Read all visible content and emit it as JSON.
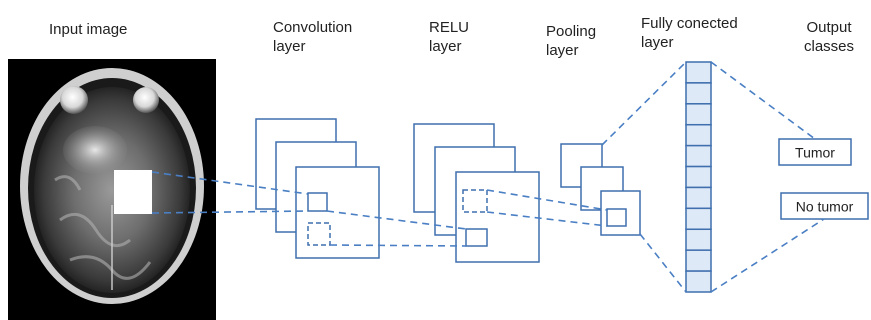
{
  "labels": {
    "input_image": "Input image",
    "convolution_line1": "Convolution",
    "convolution_line2": "layer",
    "relu_line1": "RELU",
    "relu_line2": "layer",
    "pooling_line1": "Pooling",
    "pooling_line2": "layer",
    "fully_line1": "Fully conected",
    "fully_line2": "layer",
    "output_line1": "Output",
    "output_line2": "classes"
  },
  "output_classes": [
    "Tumor",
    "No tumor"
  ],
  "colors": {
    "stroke": "#3f6fad",
    "dash": "#4a7fc4",
    "fc_fill": "#dde9f7",
    "scan_background": "#000000",
    "highlight": "#ffffff"
  },
  "fully_connected_units": 11
}
